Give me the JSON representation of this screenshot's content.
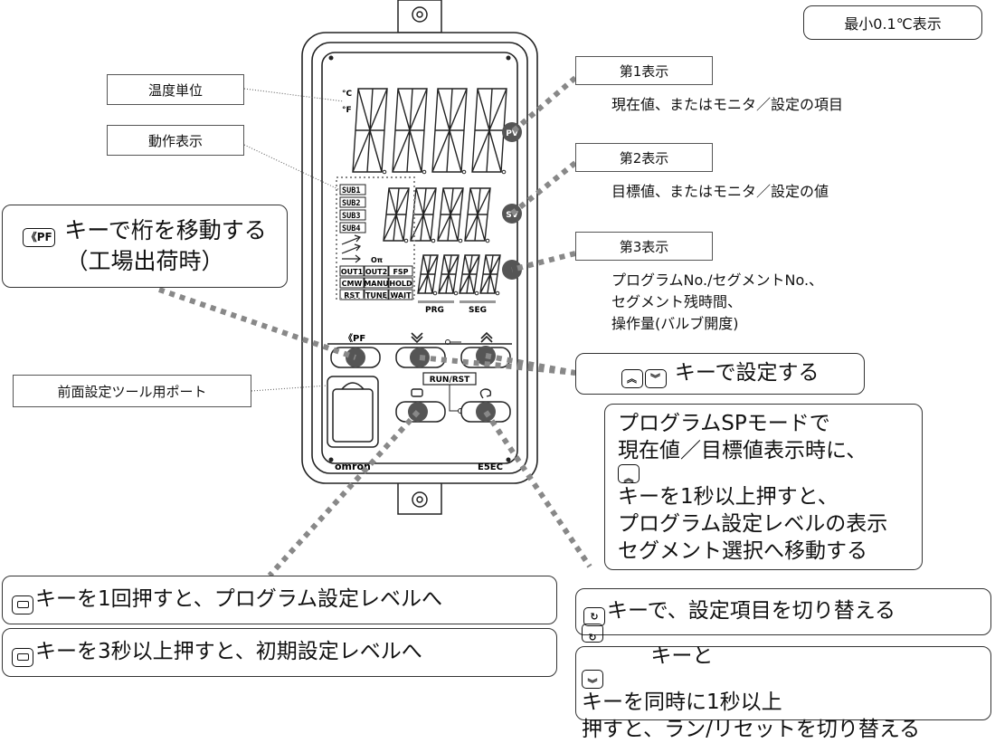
{
  "badge": "最小0.1℃表示",
  "left_labels": {
    "temp_unit": "温度単位",
    "operation": "動作表示",
    "port": "前面設定ツール用ポート"
  },
  "pf_note": {
    "icon": "《PF",
    "line1": " キーで桁を移動する",
    "line2": "（工場出荷時）"
  },
  "display1": {
    "label": "第1表示",
    "desc": "現在値、またはモニタ／設定の項目"
  },
  "display2": {
    "label": "第2表示",
    "desc": "目標値、またはモニタ／設定の値"
  },
  "display3": {
    "label": "第3表示",
    "desc_lines": [
      "プログラムNo./セグメントNo.、",
      "セグメント残時間、",
      "操作量(バルブ開度)"
    ]
  },
  "updown_note": {
    "text": " キーで設定する",
    "up_icon": "up-chevron-icon",
    "down_icon": "down-chevron-icon"
  },
  "program_sp_note": {
    "lines": [
      "プログラムSPモードで",
      "現在値／目標値表示時に、"
    ],
    "line3": " キーを1秒以上押すと、",
    "lines_end": [
      "プログラム設定レベルの表示",
      "セグメント選択へ移動する"
    ]
  },
  "mode_notes": {
    "once": "キーを1回押すと、プログラム設定レベルへ",
    "three_sec": "キーを3秒以上押すと、初期設定レベルへ"
  },
  "cycle_notes": {
    "switch": "キーで、設定項目を切り替える",
    "runreset_line1_a": "キーと",
    "runreset_line1_b": " キーを同時に1秒以上",
    "runreset_line2": "押すと、ラン/リセットを切り替える"
  },
  "device": {
    "brand": "omron",
    "model": "E5EC",
    "pv_tag": "PV",
    "sv_tag": "SV",
    "prg": "PRG",
    "seg": "SEG",
    "run_rst": "RUN/RST",
    "pf_key": "《PF",
    "sub_labels": [
      "SUB1",
      "SUB2",
      "SUB3",
      "SUB4"
    ],
    "status_row1": [
      "OUT1",
      "OUT2",
      "FSP"
    ],
    "status_row2": [
      "CMW",
      "MANU",
      "HOLD"
    ],
    "status_row3": [
      "RST",
      "TUNE",
      "WAIT"
    ],
    "unit_c": "°C",
    "unit_f": "°F"
  },
  "colors": {
    "leader_dots": "#888888",
    "outline": "#222222",
    "marker_fill": "#555555"
  }
}
